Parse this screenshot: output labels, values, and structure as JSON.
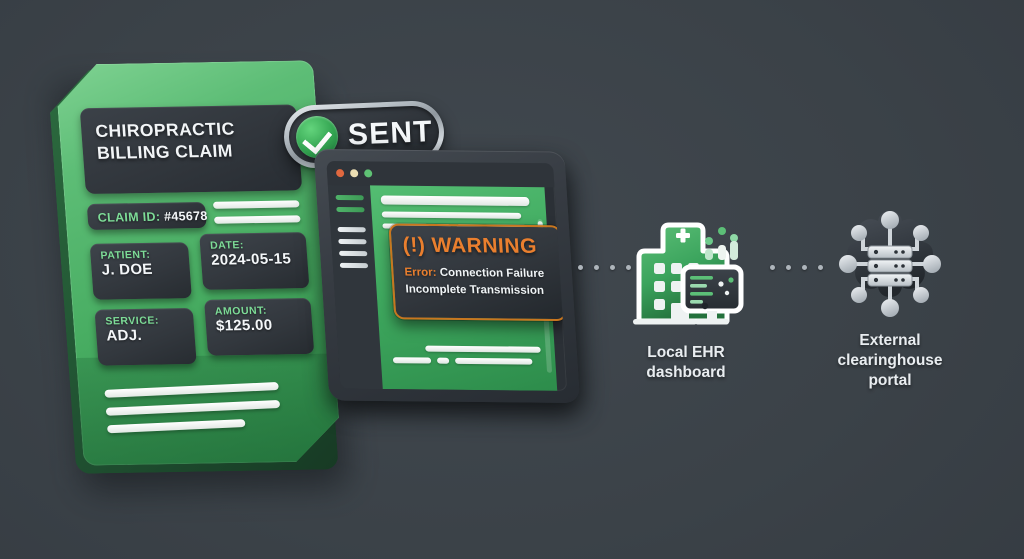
{
  "scene": {
    "background_color": "#3a4149",
    "title": "Chiropractic billing claim transmission failure diagram"
  },
  "claim_card": {
    "title_line1": "CHIROPRACTIC",
    "title_line2": "BILLING CLAIM",
    "claim_id_label": "CLAIM ID:",
    "claim_id_value": "#45678",
    "fields": [
      {
        "key": "PATIENT:",
        "value": "J. DOE"
      },
      {
        "key": "DATE:",
        "value": "2024-05-15"
      },
      {
        "key": "SERVICE:",
        "value": "ADJ."
      },
      {
        "key": "AMOUNT:",
        "value": "$125.00"
      }
    ],
    "card_color": "#4aaf63",
    "chip_color": "#32373d",
    "key_color": "#7ddc97"
  },
  "sent_badge": {
    "label": "SENT",
    "icon": "check-circle-icon",
    "check_color": "#34a552",
    "bezel_color": "#b9c1c7"
  },
  "tablet": {
    "traffic_lights": [
      "red",
      "yellow",
      "green"
    ],
    "screen_accent": "#3fa95f",
    "warning": {
      "icon": "(!)",
      "title": "WARNING",
      "error_label": "Error:",
      "error_text": "Connection Failure",
      "detail_text": "Incomplete Transmission",
      "accent_color": "#ea7f2e",
      "border_color": "#c8761f"
    }
  },
  "connectors": {
    "left_dots": 4,
    "right_dots": 4,
    "dot_color": "#aeb5bb"
  },
  "nodes": [
    {
      "id": "local-ehr",
      "icon": "hospital-monitor-icon",
      "label_line1": "Local EHR",
      "label_line2": "dashboard",
      "accent_color": "#3fa95f"
    },
    {
      "id": "external-clearinghouse",
      "icon": "server-network-icon",
      "label_line1": "External",
      "label_line2": "clearinghouse",
      "label_line3": "portal",
      "accent_color": "#c4cace"
    }
  ]
}
